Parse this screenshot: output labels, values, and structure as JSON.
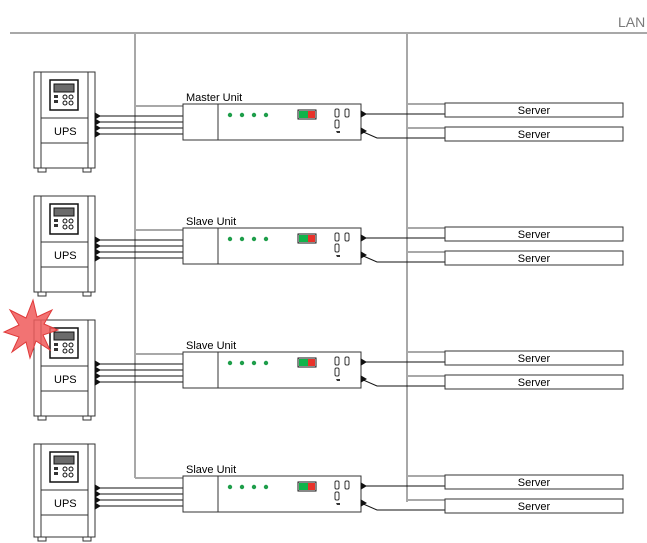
{
  "lan_label": "LAN",
  "units": [
    {
      "label": "Master Unit",
      "ups_label": "UPS",
      "fault": false,
      "servers": [
        {
          "label": "Server"
        },
        {
          "label": "Server"
        }
      ]
    },
    {
      "label": "Slave Unit",
      "ups_label": "UPS",
      "fault": false,
      "servers": [
        {
          "label": "Server"
        },
        {
          "label": "Server"
        }
      ]
    },
    {
      "label": "Slave Unit",
      "ups_label": "UPS",
      "fault": true,
      "servers": [
        {
          "label": "Server"
        },
        {
          "label": "Server"
        }
      ]
    },
    {
      "label": "Slave Unit",
      "ups_label": "UPS",
      "fault": false,
      "servers": [
        {
          "label": "Server"
        },
        {
          "label": "Server"
        }
      ]
    }
  ],
  "colors": {
    "lan_line": "#a8a8a8",
    "led": "#1e9e4a",
    "indicator_green": "#11b34a",
    "indicator_red": "#e8322a",
    "burst_fill": "#f05a5a",
    "burst_stroke": "#e03a3a",
    "outline": "#333333",
    "signal_line": "#111111"
  }
}
